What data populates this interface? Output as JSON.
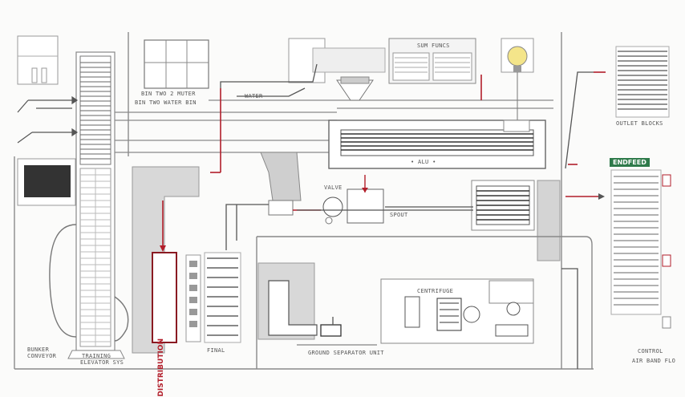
{
  "labels": {
    "bottom_left_top": "BUNKER",
    "bottom_left_bot": "CONVEYOR",
    "stair_bottom_top": "TRAINING",
    "stair_bottom_bot": "ELEVATOR SYS",
    "top_grid_caption_1": "BIN TWO 2 MUTER",
    "top_grid_caption_2": "BIN TWO WATER BIN",
    "center_top_box": "WATER",
    "top_panel_title": "SUM FUNCS",
    "right_top_caption": "OUTLET BLOCKS",
    "long_unit_caption": "• ALU •",
    "right_green_badge": "ENDFEED",
    "right_bottom_1": "CONTROL",
    "right_bottom_2": "AIR BAND FLO",
    "red_panel_text": "DISTRIBUTION",
    "lower_center_title": "CENTRIFUGE",
    "lower_bottom_caption": "GROUND SEPARATOR UNIT",
    "middle_pipe_label": "VALVE",
    "process_tank_out": "SPOUT",
    "small_bottom_label": "FINAL"
  },
  "colors": {
    "line": "#8a8a8a",
    "dark_line": "#555555",
    "red": "#b21e2a",
    "grey_fill": "#d6d6d6",
    "green": "#2e7a4a"
  }
}
